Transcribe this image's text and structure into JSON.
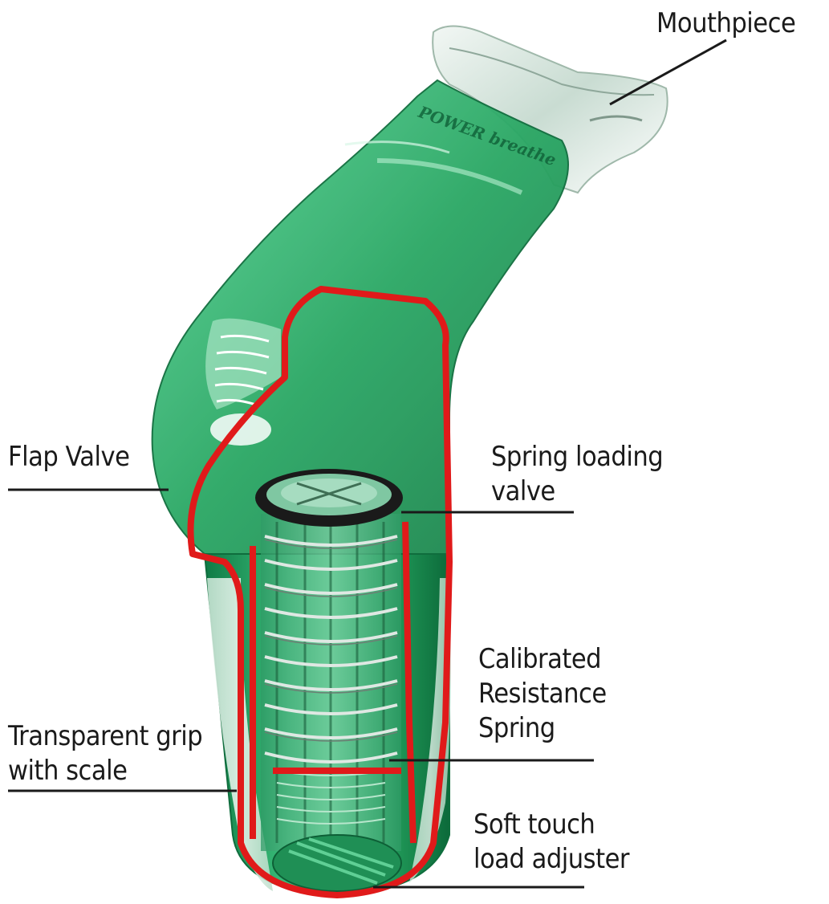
{
  "labels": {
    "mouthpiece": [
      "Mouthpiece"
    ],
    "flap_valve": [
      "Flap Valve"
    ],
    "spring_loading_valve": [
      "Spring loading",
      "valve"
    ],
    "calibrated_spring": [
      "Calibrated",
      "Resistance",
      "Spring"
    ],
    "transparent_grip": [
      "Transparent grip",
      "with scale"
    ],
    "load_adjuster": [
      "Soft touch",
      "load adjuster"
    ]
  },
  "product_logo_text": "POWER breathe",
  "colors": {
    "body_green": "#2fae6a",
    "body_dark": "#0f7a45",
    "cutaway_red": "#e01a1a",
    "leader_line": "#1a1a1a",
    "label_text": "#1a1a1a"
  }
}
